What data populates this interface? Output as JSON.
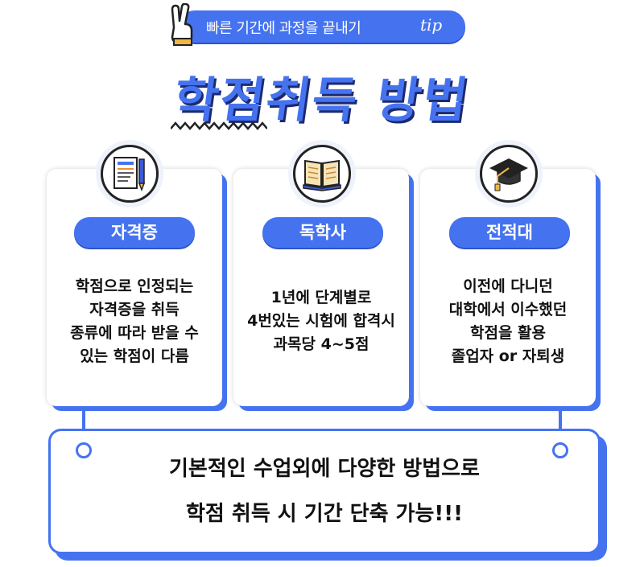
{
  "header": {
    "tip_text": "빠른 기간에 과정을 끝내기",
    "tip_word": "tip",
    "title": "학점취득 방법"
  },
  "methods": [
    {
      "icon": "certificate-document-icon",
      "label": "자격증",
      "lines": [
        "학점으로 인정되는",
        "자격증을 취득",
        "종류에 따라 받을 수",
        "있는 학점이 다름"
      ]
    },
    {
      "icon": "open-book-icon",
      "label": "독학사",
      "lines": [
        "1년에 단계별로",
        "4번있는 시험에 합격시",
        "과목당 4~5점"
      ]
    },
    {
      "icon": "graduation-cap-icon",
      "label": "전적대",
      "lines": [
        "이전에 다니던",
        "대학에서 이수했던",
        "학점을 활용",
        "졸업자 or 자퇴생"
      ]
    }
  ],
  "summary": {
    "line1": "기본적인 수업외에 다양한 방법으로",
    "line2": "학점 취득 시 기간 단축 가능!!!"
  },
  "colors": {
    "accent": "#4573f0",
    "shadow": "#2c54c9"
  }
}
